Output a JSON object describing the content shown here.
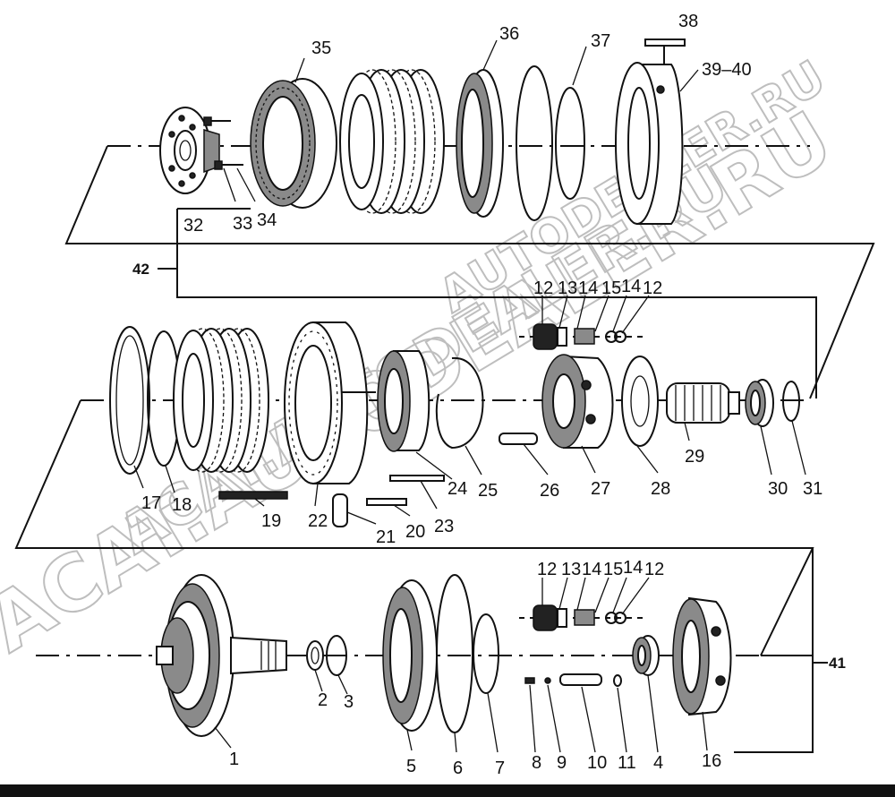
{
  "diagram": {
    "labels": {
      "l1": "1",
      "l2": "2",
      "l3": "3",
      "l4": "4",
      "l5": "5",
      "l6": "6",
      "l7": "7",
      "l8": "8",
      "l9": "9",
      "l10": "10",
      "l11": "11",
      "l16": "16",
      "l12a": "12",
      "l13a": "13",
      "l14a": "14",
      "l15a": "15",
      "l14b": "14",
      "l12b": "12",
      "l12c": "12",
      "l13c": "13",
      "l14c": "14",
      "l15c": "15",
      "l14d": "14",
      "l12d": "12",
      "l17": "17",
      "l18": "18",
      "l19": "19",
      "l20": "20",
      "l21": "21",
      "l22": "22",
      "l23": "23",
      "l24": "24",
      "l25": "25",
      "l26": "26",
      "l27": "27",
      "l28": "28",
      "l29": "29",
      "l30": "30",
      "l31": "31",
      "l32": "32",
      "l33": "33",
      "l34": "34",
      "l35": "35",
      "l36": "36",
      "l37": "37",
      "l38": "38",
      "l3940": "39–40",
      "l41": "41",
      "l42": "42"
    },
    "watermarks": {
      "w1": "ACAT.AUTODEALER.RU",
      "w2": "ACAT.AUTODEALER.RU",
      "w3": "AUTODEALER.RU"
    }
  }
}
